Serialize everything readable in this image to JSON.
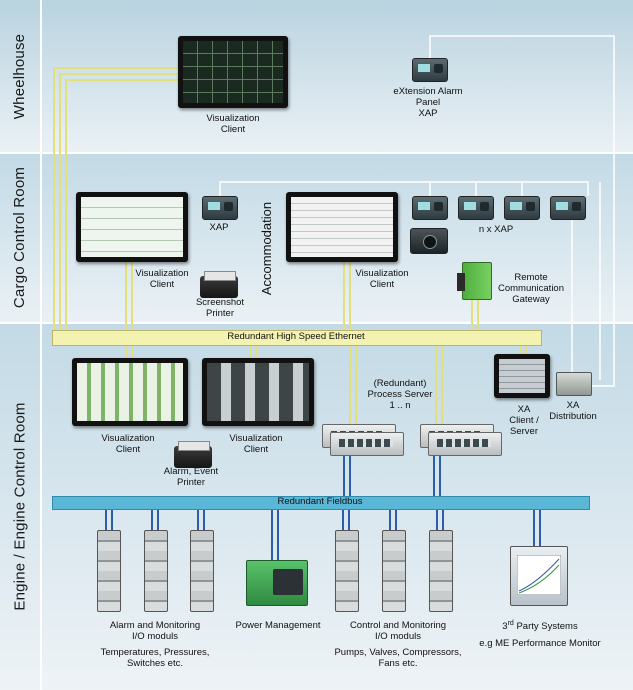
{
  "zones": {
    "wheelhouse": "Wheelhouse",
    "cargo": "Cargo Control Room",
    "engine": "Engine / Engine Control Room"
  },
  "labels": {
    "vis_wheelhouse": "Visualization\nClient",
    "alarm_panel": "eXtension Alarm\nPanel\nXAP",
    "xap_single": "XAP",
    "vis_cargo": "Visualization\nClient",
    "screenshot_printer": "Screenshot\nPrinter",
    "accommodation": "Accommodation",
    "vis_accommodation": "Visualization\nClient",
    "n_xap": "n x XAP",
    "gateway": "Remote\nCommunication\nGateway",
    "ethernet": "Redundant High Speed Ethernet",
    "process_server": "(Redundant)\nProcess Server\n1 .. n",
    "xa_client": "XA\nClient /\nServer",
    "xa_distribution": "XA\nDistribution",
    "vis_engine_1": "Visualization\nClient",
    "vis_engine_2": "Visualization\nClient",
    "alarm_printer": "Alarm, Event\nPrinter",
    "fieldbus": "Redundant Fieldbus",
    "alarm_io": "Alarm and Monitoring\nI/O moduls",
    "alarm_io_desc": "Temperatures, Pressures,\nSwitches etc.",
    "power_mgmt": "Power Management",
    "control_io": "Control and Monitoring\nI/O moduls",
    "control_io_desc": "Pumps, Valves, Compressors,\nFans etc.",
    "third_party_pre": "3",
    "third_party_sup": "rd",
    "third_party_post": " Party Systems",
    "me_monitor": "e.g ME Performance Monitor"
  },
  "colors": {
    "zone_top": "#b9d3e0",
    "zone_bottom": "#eaf1f5",
    "ethernet_bar": "#f4f2b0",
    "ethernet_cable": "#e3df7a",
    "fieldbus_bar": "#5bb7d6",
    "fieldbus_cable": "#2c5da8",
    "frame_line": "#ffffff"
  }
}
